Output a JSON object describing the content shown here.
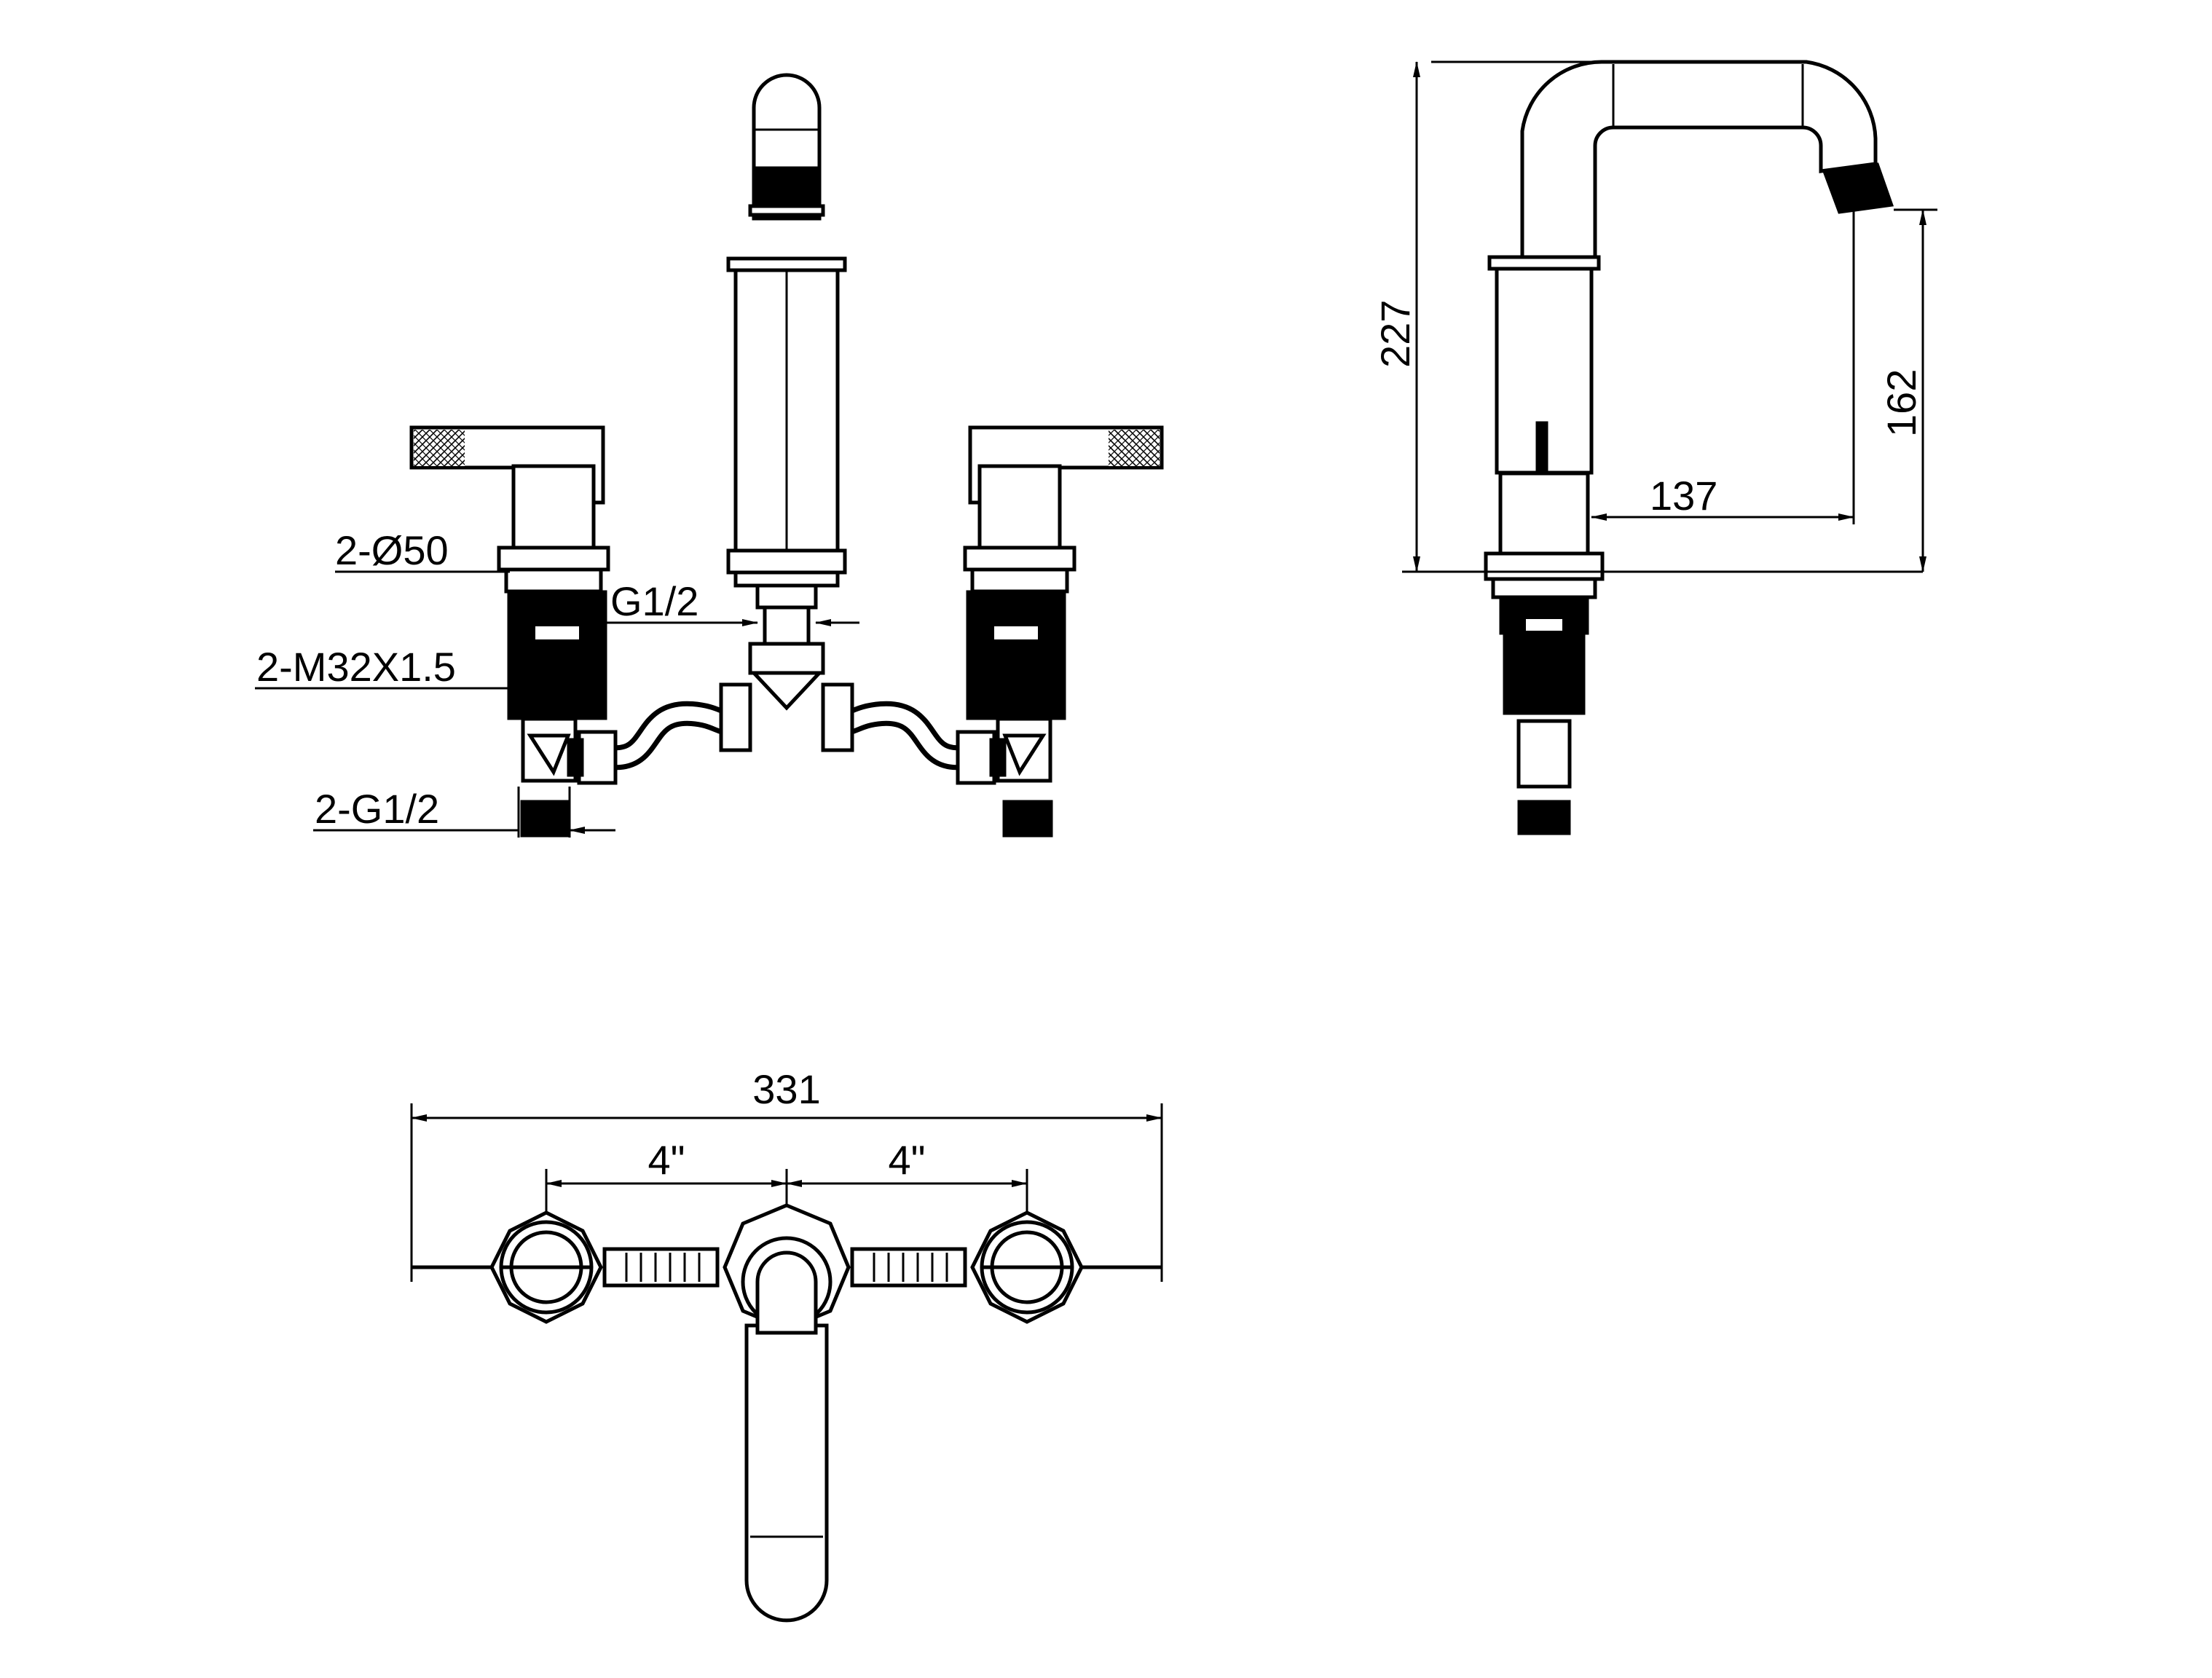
{
  "drawing": {
    "views": {
      "front": {
        "labels": {
          "dia": "2-Ø50",
          "outlet_thread": "G1/2",
          "mount_thread": "2-M32X1.5",
          "inlet_thread": "2-G1/2"
        }
      },
      "side": {
        "dimensions": {
          "height": "227",
          "spout_height": "162",
          "reach": "137"
        }
      },
      "top": {
        "dimensions": {
          "overall_width": "331",
          "left_spacing": "4\"",
          "right_spacing": "4\""
        }
      }
    }
  }
}
